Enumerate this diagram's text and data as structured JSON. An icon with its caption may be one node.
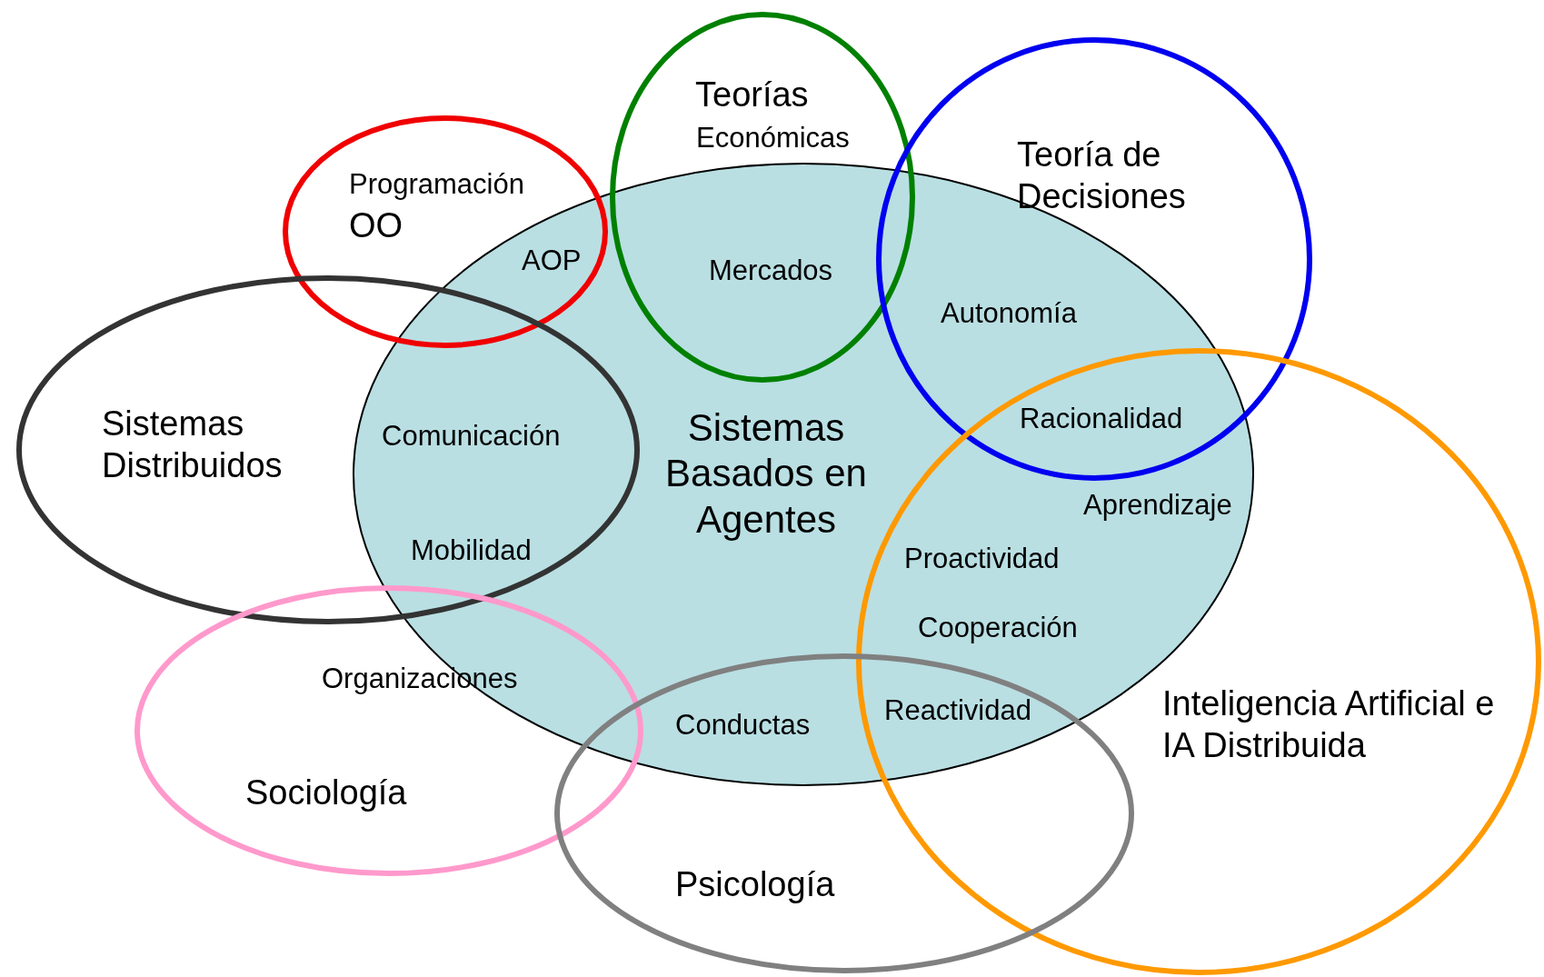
{
  "diagram": {
    "nodes": [
      {
        "text": [
          "Programación",
          "OO"
        ]
      },
      {
        "text": [
          "Teorías",
          "Económicas"
        ]
      },
      {
        "text": [
          "Teoría de Decisiones"
        ]
      },
      {
        "text": [
          "Sistemas Distribuidos"
        ]
      },
      {
        "text": [
          "Sistemas Basados en Agentes"
        ]
      },
      {
        "text": [
          "Inteligencia Artificial e IA Distribuida"
        ]
      },
      {
        "text": [
          "Sociología"
        ]
      },
      {
        "text": [
          "Psicología"
        ]
      }
    ],
    "edges": [],
    "labels": [
      "AOP",
      "Mercados",
      "Autonomía",
      "Comunicación",
      "Racionalidad",
      "Mobilidad",
      "Aprendizaje",
      "Proactividad",
      "Cooperación",
      "Organizaciones",
      "Reactividad",
      "Conductas"
    ]
  }
}
